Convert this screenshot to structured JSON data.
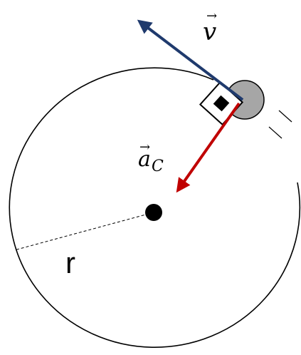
{
  "labels": {
    "velocity_symbol": "v",
    "acceleration_symbol": "a",
    "acceleration_subscript": "C",
    "radius_symbol": "r",
    "vector_arrow": "→"
  },
  "colors": {
    "circle_stroke": "#000000",
    "velocity_arrow": "#1f3a6d",
    "acceleration_arrow": "#c00000",
    "center_dot": "#000000",
    "ball_fill": "#a6a6a6",
    "block_outer": "#ffffff",
    "block_inner": "#000000"
  }
}
